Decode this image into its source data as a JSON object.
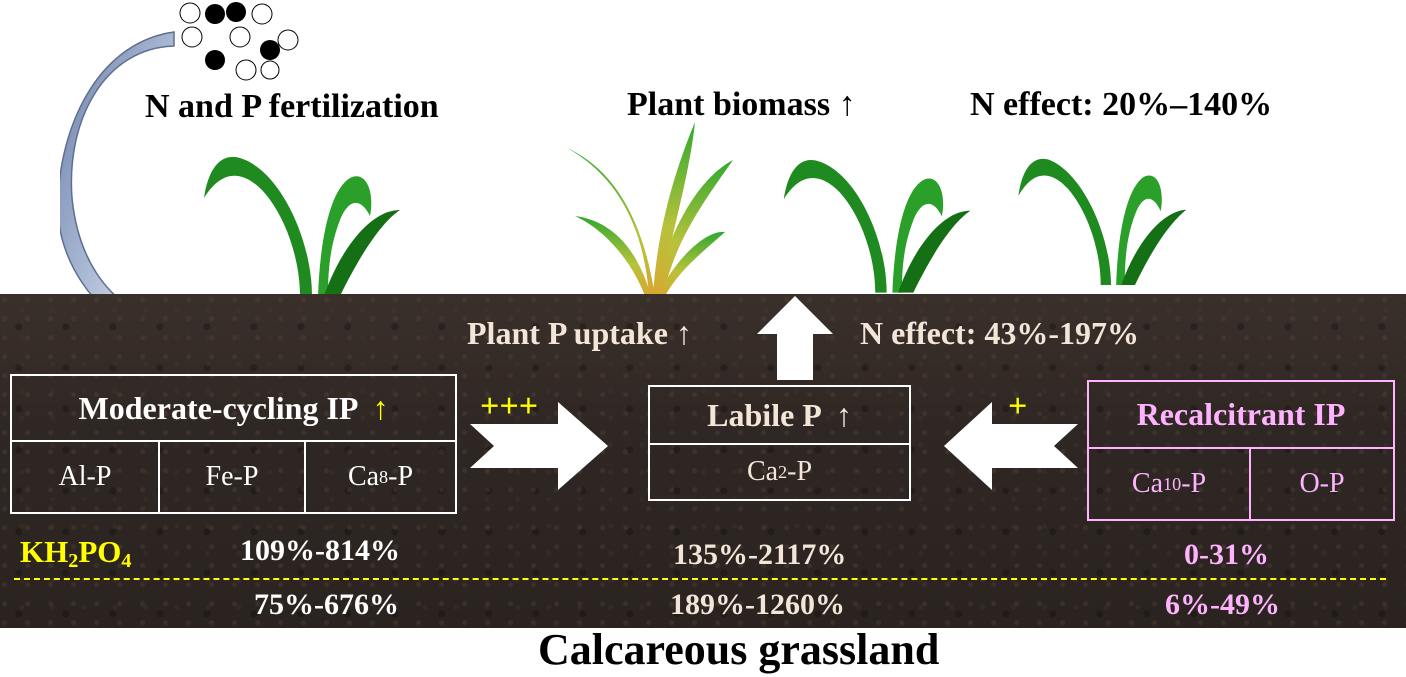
{
  "top": {
    "fertilization": "N and P fertilization",
    "biomass": "Plant biomass ↑",
    "biomass_effect": "N effect: 20%–140%"
  },
  "soil": {
    "uptake": "Plant P uptake ↑",
    "uptake_effect": "N effect: 43%-197%"
  },
  "moderate": {
    "title": "Moderate-cycling IP",
    "arrow": "↑",
    "cells": [
      "Al-P",
      "Fe-P",
      "Ca",
      "8",
      "-P"
    ],
    "relation": "+++"
  },
  "labile": {
    "title": "Labile P",
    "arrow": "↑",
    "cell_main": "Ca",
    "cell_sub": "2",
    "cell_tail": "-P"
  },
  "recalcitrant": {
    "title": "Recalcitrant IP",
    "cells": [
      "Ca",
      "10",
      "-P",
      "O-P"
    ],
    "relation": "+"
  },
  "percentages": {
    "row_label_main": "KH",
    "row_label_sub1": "2",
    "row_label_mid": "PO",
    "row_label_sub2": "4",
    "row1": [
      "109%-814%",
      "135%-2117%",
      "0-31%"
    ],
    "row2": [
      "75%-676%",
      "189%-1260%",
      "6%-49%"
    ]
  },
  "caption": "Calcareous grassland",
  "colors": {
    "soil": "#2f2723",
    "highlight": "#ffff00",
    "recalcitrant": "#ffb3ff",
    "plant_green": "#1f8a1f"
  }
}
